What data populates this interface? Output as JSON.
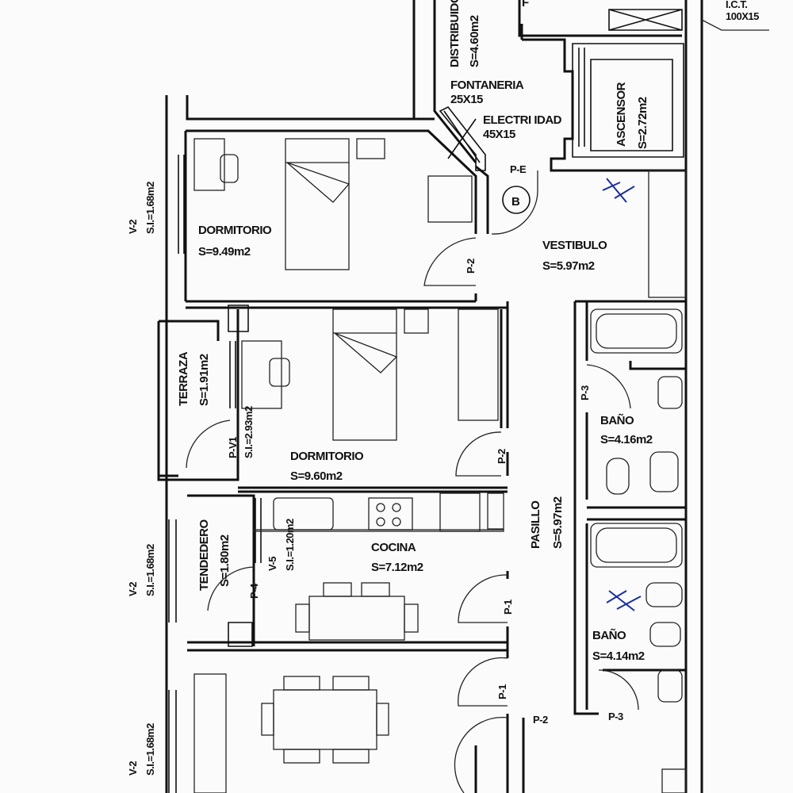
{
  "title": "Floor plan",
  "top": {
    "distribuidor": "DISTRIBUIDOR",
    "distribuidor_area": "S=4.60m2",
    "f_label": "F",
    "ict": "I.C.T.",
    "ict_size": "100X15",
    "fontaneria": "FONTANERIA",
    "fontaneria_size": "25X15",
    "electricidad": "ELECTRI IDAD",
    "electricidad_size": "45X15",
    "ascensor": "ASCENSOR",
    "ascensor_area": "S=2.72m2",
    "pe": "P-E",
    "b": "B"
  },
  "rooms": {
    "dormitorio1": {
      "name": "DORMITORIO",
      "area": "S=9.49m2"
    },
    "vestibulo": {
      "name": "VESTIBULO",
      "area": "S=5.97m2"
    },
    "terraza": {
      "name": "TERRAZA",
      "area": "S=1.91m2"
    },
    "dormitorio2": {
      "name": "DORMITORIO",
      "area": "S=9.60m2"
    },
    "bano1": {
      "name": "BAÑO",
      "area": "S=4.16m2"
    },
    "tendedero": {
      "name": "TENDEDERO",
      "area": "S=1.80m2"
    },
    "cocina": {
      "name": "COCINA",
      "area": "S=7.12m2"
    },
    "pasillo": {
      "name": "PASILLO",
      "area": "S=5.97m2"
    },
    "bano2": {
      "name": "BAÑO",
      "area": "S=4.14m2"
    }
  },
  "openings": {
    "v2a": "V-2",
    "v2a_si": "S.I.=1.68m2",
    "v2b": "V-2",
    "v2b_si": "S.I.=1.68m2",
    "v2c": "V-2",
    "v2c_si": "S.I.=1.68m2",
    "pv1": "P-V1",
    "pv1_si": "S.I.=2.93m2",
    "v5": "V-5",
    "v5_si": "S.I.=1.20m2",
    "p2a": "P-2",
    "p2b": "P-2",
    "p2c": "P-2",
    "p3a": "P-3",
    "p3b": "P-3",
    "p4": "P-4",
    "p1a": "P-1",
    "p1b": "P-1"
  }
}
